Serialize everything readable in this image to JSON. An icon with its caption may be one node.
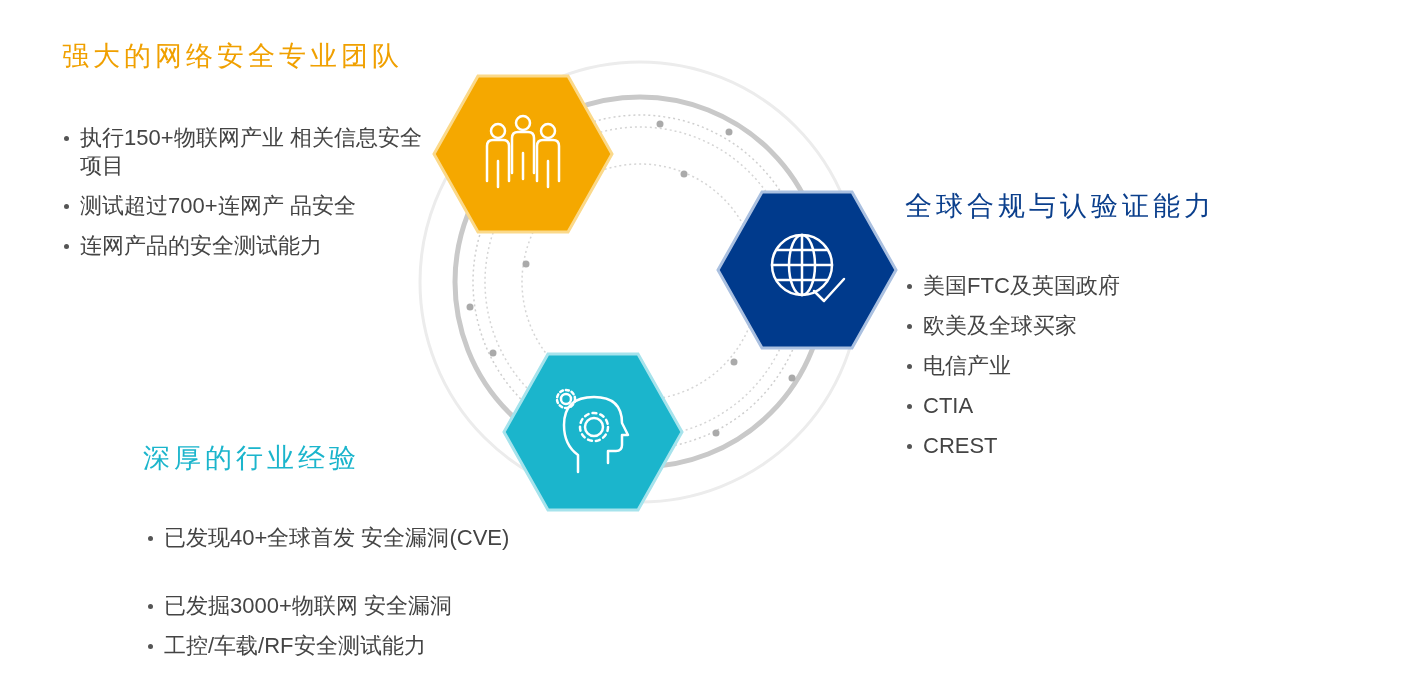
{
  "diagram": {
    "nodes": [
      {
        "text": [],
        "shape": "hexagon",
        "beside": [
          "强大的网络安全专业团队",
          "执行150+物联网产业 相关信息安全项目",
          "测试超过700+连网产 品安全",
          "连网产品的安全测试能力"
        ]
      },
      {
        "text": [],
        "shape": "hexagon",
        "beside": [
          "全球合规与认验证能力",
          "美国FTC及英国政府",
          "欧美及全球买家",
          "电信产业",
          "CTIA",
          "CREST"
        ]
      },
      {
        "text": [],
        "shape": "hexagon",
        "beside": [
          "深厚的行业经验",
          "已发现40+全球首发 安全漏洞(CVE)",
          "已发掘3000+物联网 安全漏洞",
          "工控/车载/RF安全测试能力"
        ]
      }
    ],
    "edges": []
  }
}
